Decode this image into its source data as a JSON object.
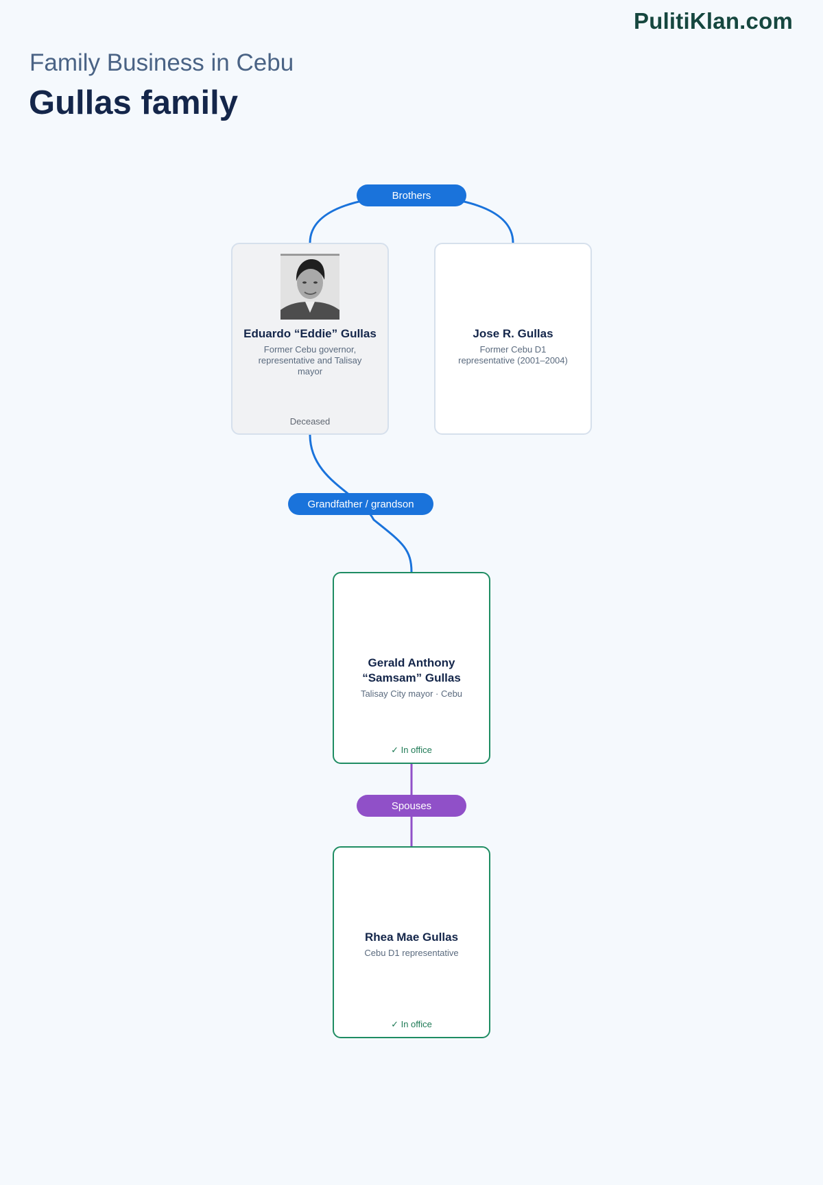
{
  "brand": "PulitiKlan.com",
  "header": {
    "subtitle": "Family Business in Cebu",
    "title": "Gullas family"
  },
  "relations": {
    "brothers": "Brothers",
    "grandfather_grandson": "Grandfather / grandson",
    "spouses": "Spouses"
  },
  "people": {
    "eduardo": {
      "name": "Eduardo “Eddie” Gullas",
      "role": "Former Cebu governor, representative and Talisay mayor",
      "status": "Deceased"
    },
    "jose": {
      "name": "Jose R. Gullas",
      "role": "Former Cebu D1 representative (2001–2004)"
    },
    "gerald": {
      "name": "Gerald Anthony “Samsam” Gullas",
      "role": "Talisay City mayor · Cebu",
      "status": "✓ In office"
    },
    "rhea": {
      "name": "Rhea Mae Gullas",
      "role": "Cebu D1 representative",
      "status": "✓ In office"
    }
  },
  "colors": {
    "kin_line": "#1a73db",
    "spouse_line": "#9050c8",
    "in_office": "#1e8c62"
  }
}
